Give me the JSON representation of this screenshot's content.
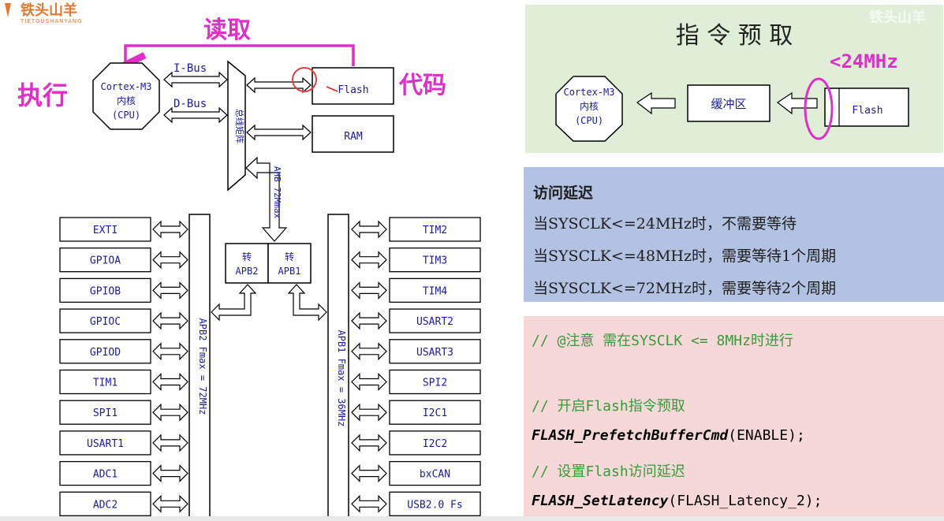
{
  "logo": {
    "main": "铁头山羊",
    "sub": "TIETOUSHANYANG"
  },
  "watermark": "铁头山羊",
  "diagram": {
    "core": {
      "line1": "Cortex-M3",
      "line2": "内核",
      "line3": "(CPU)"
    },
    "ibus": "I-Bus",
    "dbus": "D-Bus",
    "matrix": "总线矩阵",
    "flash": "Flash",
    "ram": "RAM",
    "ahb": "AHB 72Mmax",
    "apb2_bridge": {
      "line1": "转",
      "line2": "APB2"
    },
    "apb1_bridge": {
      "line1": "转",
      "line2": "APB1"
    },
    "apb2_bus": "APB2 Fmax = 72MHz",
    "apb1_bus": "APB1 Fmax = 36MHz",
    "apb2_periph": [
      "EXTI",
      "GPIOA",
      "GPIOB",
      "GPIOC",
      "GPIOD",
      "TIM1",
      "SPI1",
      "USART1",
      "ADC1",
      "ADC2"
    ],
    "apb1_periph": [
      "TIM2",
      "TIM3",
      "TIM4",
      "USART2",
      "USART3",
      "SPI2",
      "I2C1",
      "I2C2",
      "bxCAN",
      "USB2.0 Fs"
    ],
    "annot_read": "读取",
    "annot_exec": "执行",
    "annot_code": "代码",
    "annot_color": "#e02ec8"
  },
  "prefetch": {
    "title": "指 令 预 取",
    "core": {
      "line1": "Cortex-M3",
      "line2": "内核",
      "line3": "(CPU)"
    },
    "buffer": "缓冲区",
    "flash": "Flash",
    "annot": "<24MHz"
  },
  "latency": {
    "title": "访问延迟",
    "lines": [
      "当SYSCLK<=24MHz时，不需要等待",
      "当SYSCLK<=48MHz时，需要等待1个周期",
      "当SYSCLK<=72MHz时，需要等待2个周期"
    ]
  },
  "code": {
    "comment1": "// @注意 需在SYSCLK <= 8MHz时进行",
    "comment2": "// 开启Flash指令预取",
    "call1_fn": "FLASH_PrefetchBufferCmd",
    "call1_args": "(ENABLE);",
    "comment3": "// 设置Flash访问延迟",
    "call2_fn": "FLASH_SetLatency",
    "call2_args": "(FLASH_Latency_2);"
  },
  "colors": {
    "prefetch_bg": "#e0eed8",
    "latency_bg": "#b2c2e2",
    "code_bg": "#f6d8d8",
    "comment": "#3a9a3a",
    "logo": "#e8762c"
  }
}
